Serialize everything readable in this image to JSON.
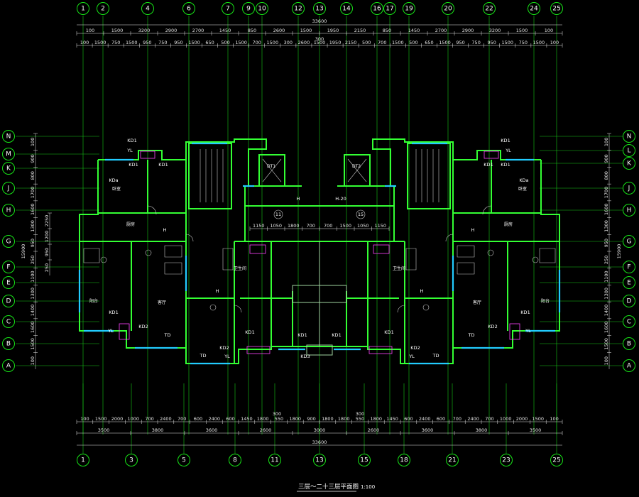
{
  "drawing": {
    "title": "三层～二十三层平面图",
    "scale": "1:100"
  },
  "axes": {
    "top_bubbles": [
      "1",
      "2",
      "4",
      "6",
      "7",
      "9",
      "10",
      "12",
      "13",
      "14",
      "16",
      "17",
      "19",
      "20",
      "22",
      "24",
      "25"
    ],
    "bottom_bubbles": [
      "1",
      "3",
      "5",
      "8",
      "11",
      "13",
      "15",
      "18",
      "21",
      "23",
      "25"
    ],
    "left_bubbles": [
      "N",
      "M",
      "K",
      "J",
      "H",
      "G",
      "F",
      "E",
      "D",
      "C",
      "B",
      "A"
    ],
    "right_bubbles": [
      "N",
      "L",
      "K",
      "J",
      "H",
      "G",
      "F",
      "E",
      "D",
      "C",
      "B",
      "A"
    ]
  },
  "dimensions": {
    "top_total": "33600",
    "bottom_total": "33600",
    "top_row1": [
      "100",
      "1500",
      "3200",
      "2900",
      "2700",
      "1450",
      "850",
      "2600",
      "1500",
      "1950",
      "2150",
      "850",
      "1450",
      "2700",
      "2900",
      "3200",
      "1500",
      "100"
    ],
    "top_row2": [
      "100",
      "1500",
      "750",
      "1500",
      "950",
      "750",
      "950",
      "1500",
      "650",
      "500",
      "1500",
      "700",
      "1500",
      "300",
      "2600",
      "1500",
      "1950",
      "2150",
      "500",
      "700",
      "1500",
      "500",
      "650",
      "1500",
      "950",
      "750",
      "950",
      "1500",
      "750",
      "1500",
      "100"
    ],
    "bottom_row1": [
      "100",
      "1500",
      "2000",
      "1000",
      "700",
      "2400",
      "700",
      "600",
      "2400",
      "600",
      "1450",
      "1800",
      "550",
      "1800",
      "900",
      "1800",
      "1800",
      "550",
      "1800",
      "1450",
      "600",
      "2400",
      "600",
      "700",
      "2400",
      "700",
      "1000",
      "2000",
      "1500",
      "100"
    ],
    "bottom_row2": [
      "3500",
      "3800",
      "3600",
      "2600",
      "3000",
      "2600",
      "3600",
      "3800",
      "3500"
    ],
    "left_row": [
      "100",
      "900",
      "800",
      "1700",
      "1600",
      "1300",
      "950",
      "250",
      "1100",
      "1300",
      "1400",
      "1600",
      "1500",
      "100"
    ],
    "left_total": "15900",
    "right_row": [
      "100",
      "900",
      "800",
      "1700",
      "1600",
      "1300",
      "950",
      "250",
      "1100",
      "1300",
      "1400",
      "1600",
      "1500",
      "100"
    ],
    "right_total": "15900",
    "misc_300": "300",
    "bottom_300a": "300",
    "bottom_300b": "300",
    "left_inner": [
      "2250",
      "1200",
      "950",
      "250"
    ],
    "center_row": [
      "1150",
      "1050",
      "1800",
      "700",
      "700",
      "1500",
      "1050",
      "1150"
    ]
  },
  "labels": {
    "door_codes": [
      "KD1",
      "KD1",
      "KD1",
      "KD1",
      "KD1",
      "KD1",
      "KD1",
      "KD1",
      "KD1",
      "KD1",
      "KD1",
      "KD1",
      "KD2",
      "KD2",
      "KD2",
      "KD2",
      "KD3",
      "KDa",
      "KDa"
    ],
    "window_codes": [
      "TD",
      "TD",
      "TD",
      "TD",
      "YL",
      "YL",
      "YL",
      "YL",
      "YL",
      "YL"
    ],
    "level_markers": [
      "H",
      "H",
      "H",
      "H",
      "H",
      "H-20"
    ],
    "room_labels": [
      "卧室",
      "卧室",
      "厨房",
      "厨房",
      "客厅",
      "客厅",
      "卫生间",
      "卫生间",
      "阳台",
      "阳台"
    ],
    "equipment": [
      "DT1",
      "DT2"
    ],
    "small_numbers": [
      "11",
      "15"
    ]
  }
}
